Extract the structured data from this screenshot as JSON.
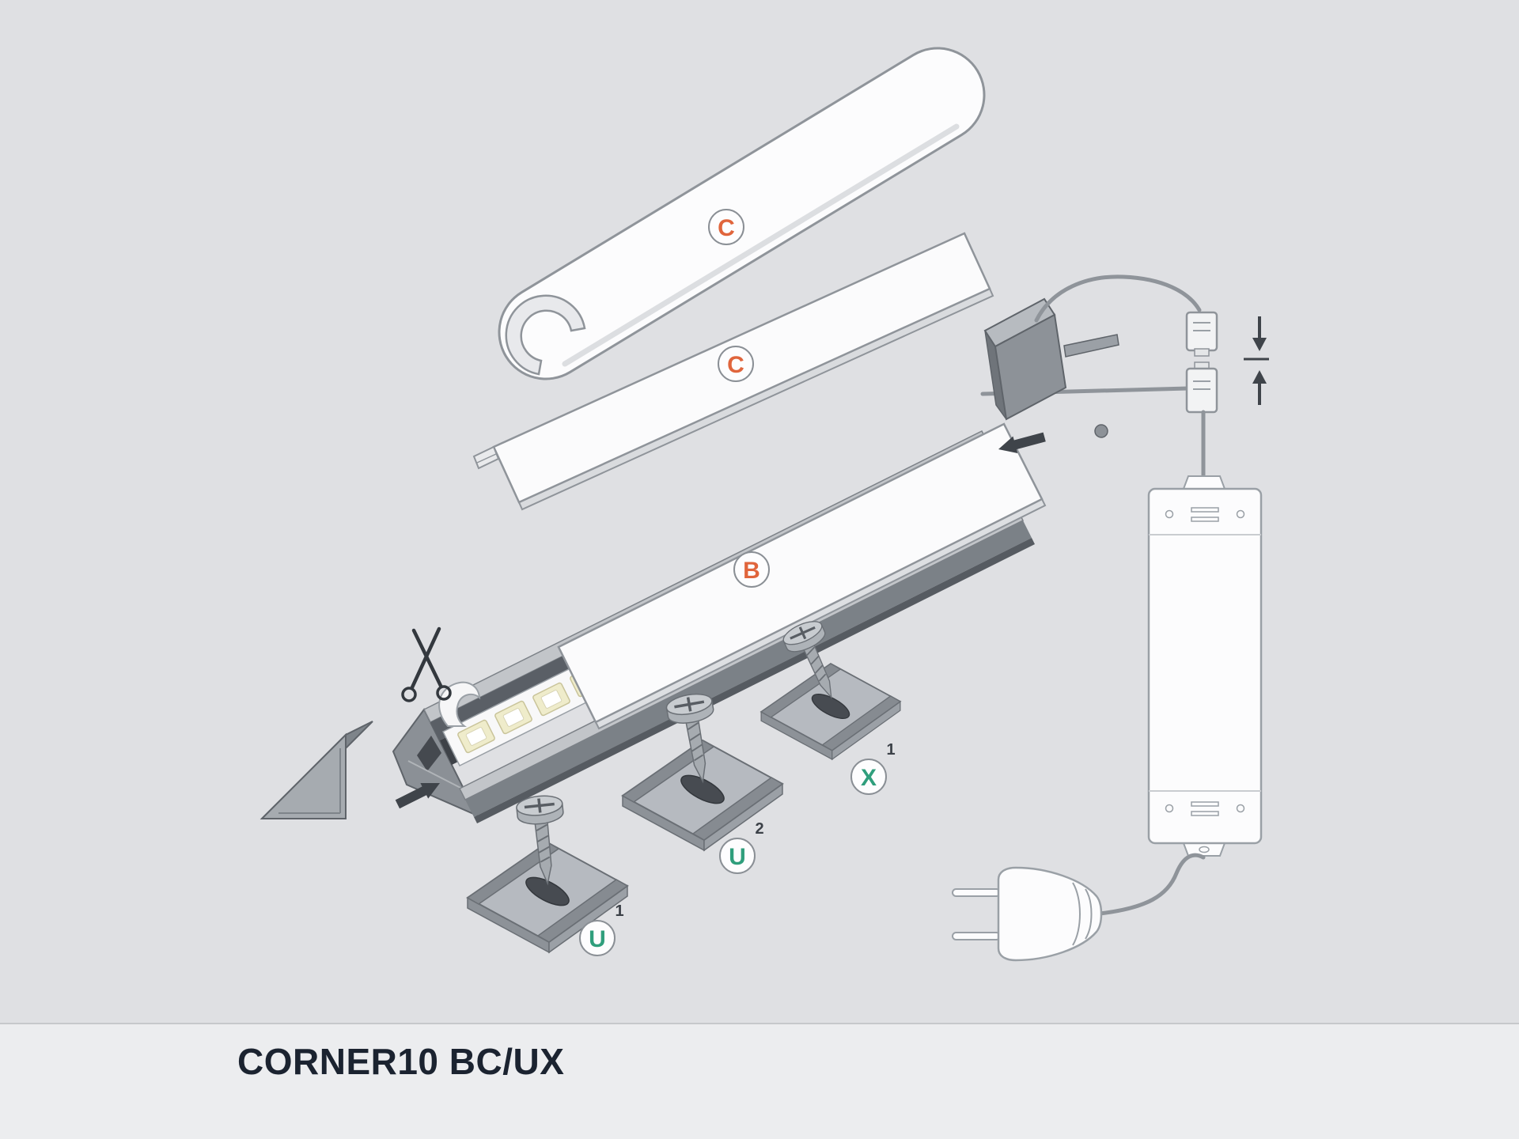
{
  "title": "CORNER10 BC/UX",
  "labels": {
    "round_cover": {
      "text": "C"
    },
    "flat_cover": {
      "text": "C"
    },
    "profile_cover": {
      "text": "B"
    },
    "clip_u1": {
      "text": "U",
      "sup": "1"
    },
    "clip_u2": {
      "text": "U",
      "sup": "2"
    },
    "clip_x1": {
      "text": "X",
      "sup": "1"
    }
  },
  "colors": {
    "background": "#dfe0e3",
    "footer_background": "#ecedef",
    "divider": "#c6c8cb",
    "accent_orange": "#e0653c",
    "accent_green": "#2f9e7c",
    "title_text": "#1b2330",
    "outline": "#8f949a",
    "metal_dark": "#3e4248",
    "metal_mid": "#8d9298",
    "metal_light": "#c2c5c9"
  }
}
